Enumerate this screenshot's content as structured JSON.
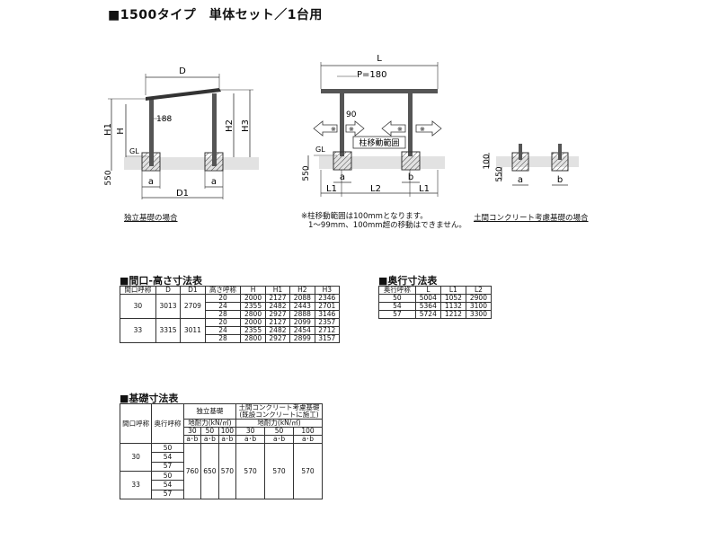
{
  "title": "■1500タイプ　単体セット／1台用",
  "diagrams": {
    "left": {
      "D": "D",
      "H1": "H1",
      "H": "H",
      "H2": "H2",
      "H3": "H3",
      "post_offset": "188",
      "gl": "GL",
      "depth": "550",
      "a": "a",
      "D1": "D1",
      "caption": "独立基礎の場合"
    },
    "middle": {
      "L": "L",
      "P": "P=180",
      "offset": "90",
      "arrow_mark": "※",
      "range_label": "柱移動範囲",
      "gl": "GL",
      "depth": "550",
      "a": "a",
      "b": "b",
      "L1": "L1",
      "L2": "L2",
      "note_line1": "※柱移動範囲は100mmとなります。",
      "note_line2": "1～99mm、100mm超の移動はできません。"
    },
    "right": {
      "h100": "100",
      "depth": "550",
      "a": "a",
      "b": "b",
      "caption": "土間コンクリート考慮基礎の場合"
    }
  },
  "table_height": {
    "title": "■間口-高さ寸法表",
    "headers": [
      "間口呼称",
      "D",
      "D1",
      "高さ呼称",
      "H",
      "H1",
      "H2",
      "H3"
    ],
    "groups": [
      {
        "span": "30",
        "D": "3013",
        "D1": "2709",
        "rows": [
          [
            "20",
            "2000",
            "2127",
            "2088",
            "2346"
          ],
          [
            "24",
            "2355",
            "2482",
            "2443",
            "2701"
          ],
          [
            "28",
            "2800",
            "2927",
            "2888",
            "3146"
          ]
        ]
      },
      {
        "span": "33",
        "D": "3315",
        "D1": "3011",
        "rows": [
          [
            "20",
            "2000",
            "2127",
            "2099",
            "2357"
          ],
          [
            "24",
            "2355",
            "2482",
            "2454",
            "2712"
          ],
          [
            "28",
            "2800",
            "2927",
            "2899",
            "3157"
          ]
        ]
      }
    ]
  },
  "table_depth": {
    "title": "■奥行寸法表",
    "headers": [
      "奥行呼称",
      "L",
      "L1",
      "L2"
    ],
    "rows": [
      [
        "50",
        "5004",
        "1052",
        "2900"
      ],
      [
        "54",
        "5364",
        "1132",
        "3100"
      ],
      [
        "57",
        "5724",
        "1212",
        "3300"
      ]
    ]
  },
  "table_foundation": {
    "title": "■基礎寸法表",
    "h_span": "間口呼称",
    "h_depth": "奥行呼称",
    "h_independent": "独立基礎",
    "h_slab_line1": "土間コンクリート考慮基礎",
    "h_slab_line2": "(既設コンクリートに施工)",
    "h_bearing": "地耐力(kN/㎡)",
    "bearing_values": [
      "30",
      "50",
      "100",
      "30",
      "50",
      "100"
    ],
    "ab_label": "a･b",
    "spans": [
      {
        "span": "30",
        "depths": [
          "50",
          "54",
          "57"
        ]
      },
      {
        "span": "33",
        "depths": [
          "50",
          "54",
          "57"
        ]
      }
    ],
    "values": [
      "760",
      "650",
      "570",
      "570",
      "570",
      "570"
    ]
  }
}
